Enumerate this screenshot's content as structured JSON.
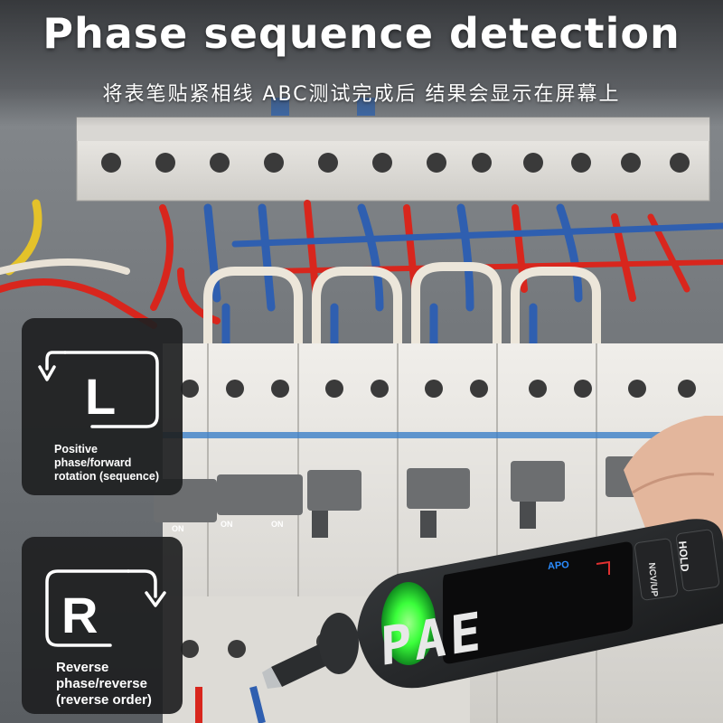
{
  "header": {
    "title": "Phase sequence detection",
    "subtitle": "将表笔贴紧相线 ABC测试完成后 结果会显示在屏幕上"
  },
  "cards": [
    {
      "icon": "positive-phase-l-icon",
      "letter": "L",
      "label_lines": [
        "Positive",
        "phase/forward",
        "rotation (sequence)"
      ]
    },
    {
      "icon": "reverse-phase-r-icon",
      "letter": "R",
      "label_lines": [
        "Reverse",
        "phase/reverse",
        "(reverse order)"
      ]
    }
  ],
  "device": {
    "display_text": "PAE",
    "apo_label": "APO",
    "hold_label": "HOLD",
    "ncv_label": "NCV/UP"
  },
  "breaker_labels": [
    "ON",
    "ON",
    "ON"
  ],
  "colors": {
    "lcd_text": "#e8e8e8",
    "lcd_bg": "#0b0b0c",
    "indicator_green": "#3bff3b",
    "apo_blue": "#2a8cff",
    "card_bg": "#1e1f21"
  }
}
